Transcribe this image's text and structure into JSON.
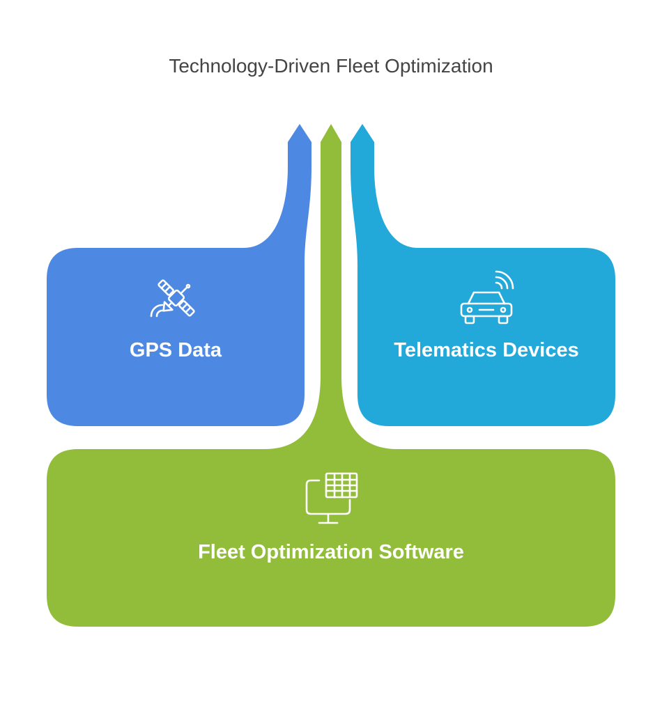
{
  "title": "Technology-Driven Fleet Optimization",
  "nodes": [
    {
      "id": "gps",
      "label": "GPS Data",
      "icon": "satellite-icon",
      "color": "#4d88e3"
    },
    {
      "id": "telematics",
      "label": "Telematics Devices",
      "icon": "car-signal-icon",
      "color": "#22a9da"
    },
    {
      "id": "software",
      "label": "Fleet Optimization Software",
      "icon": "monitor-spreadsheet-icon",
      "color": "#92bd3a"
    }
  ]
}
